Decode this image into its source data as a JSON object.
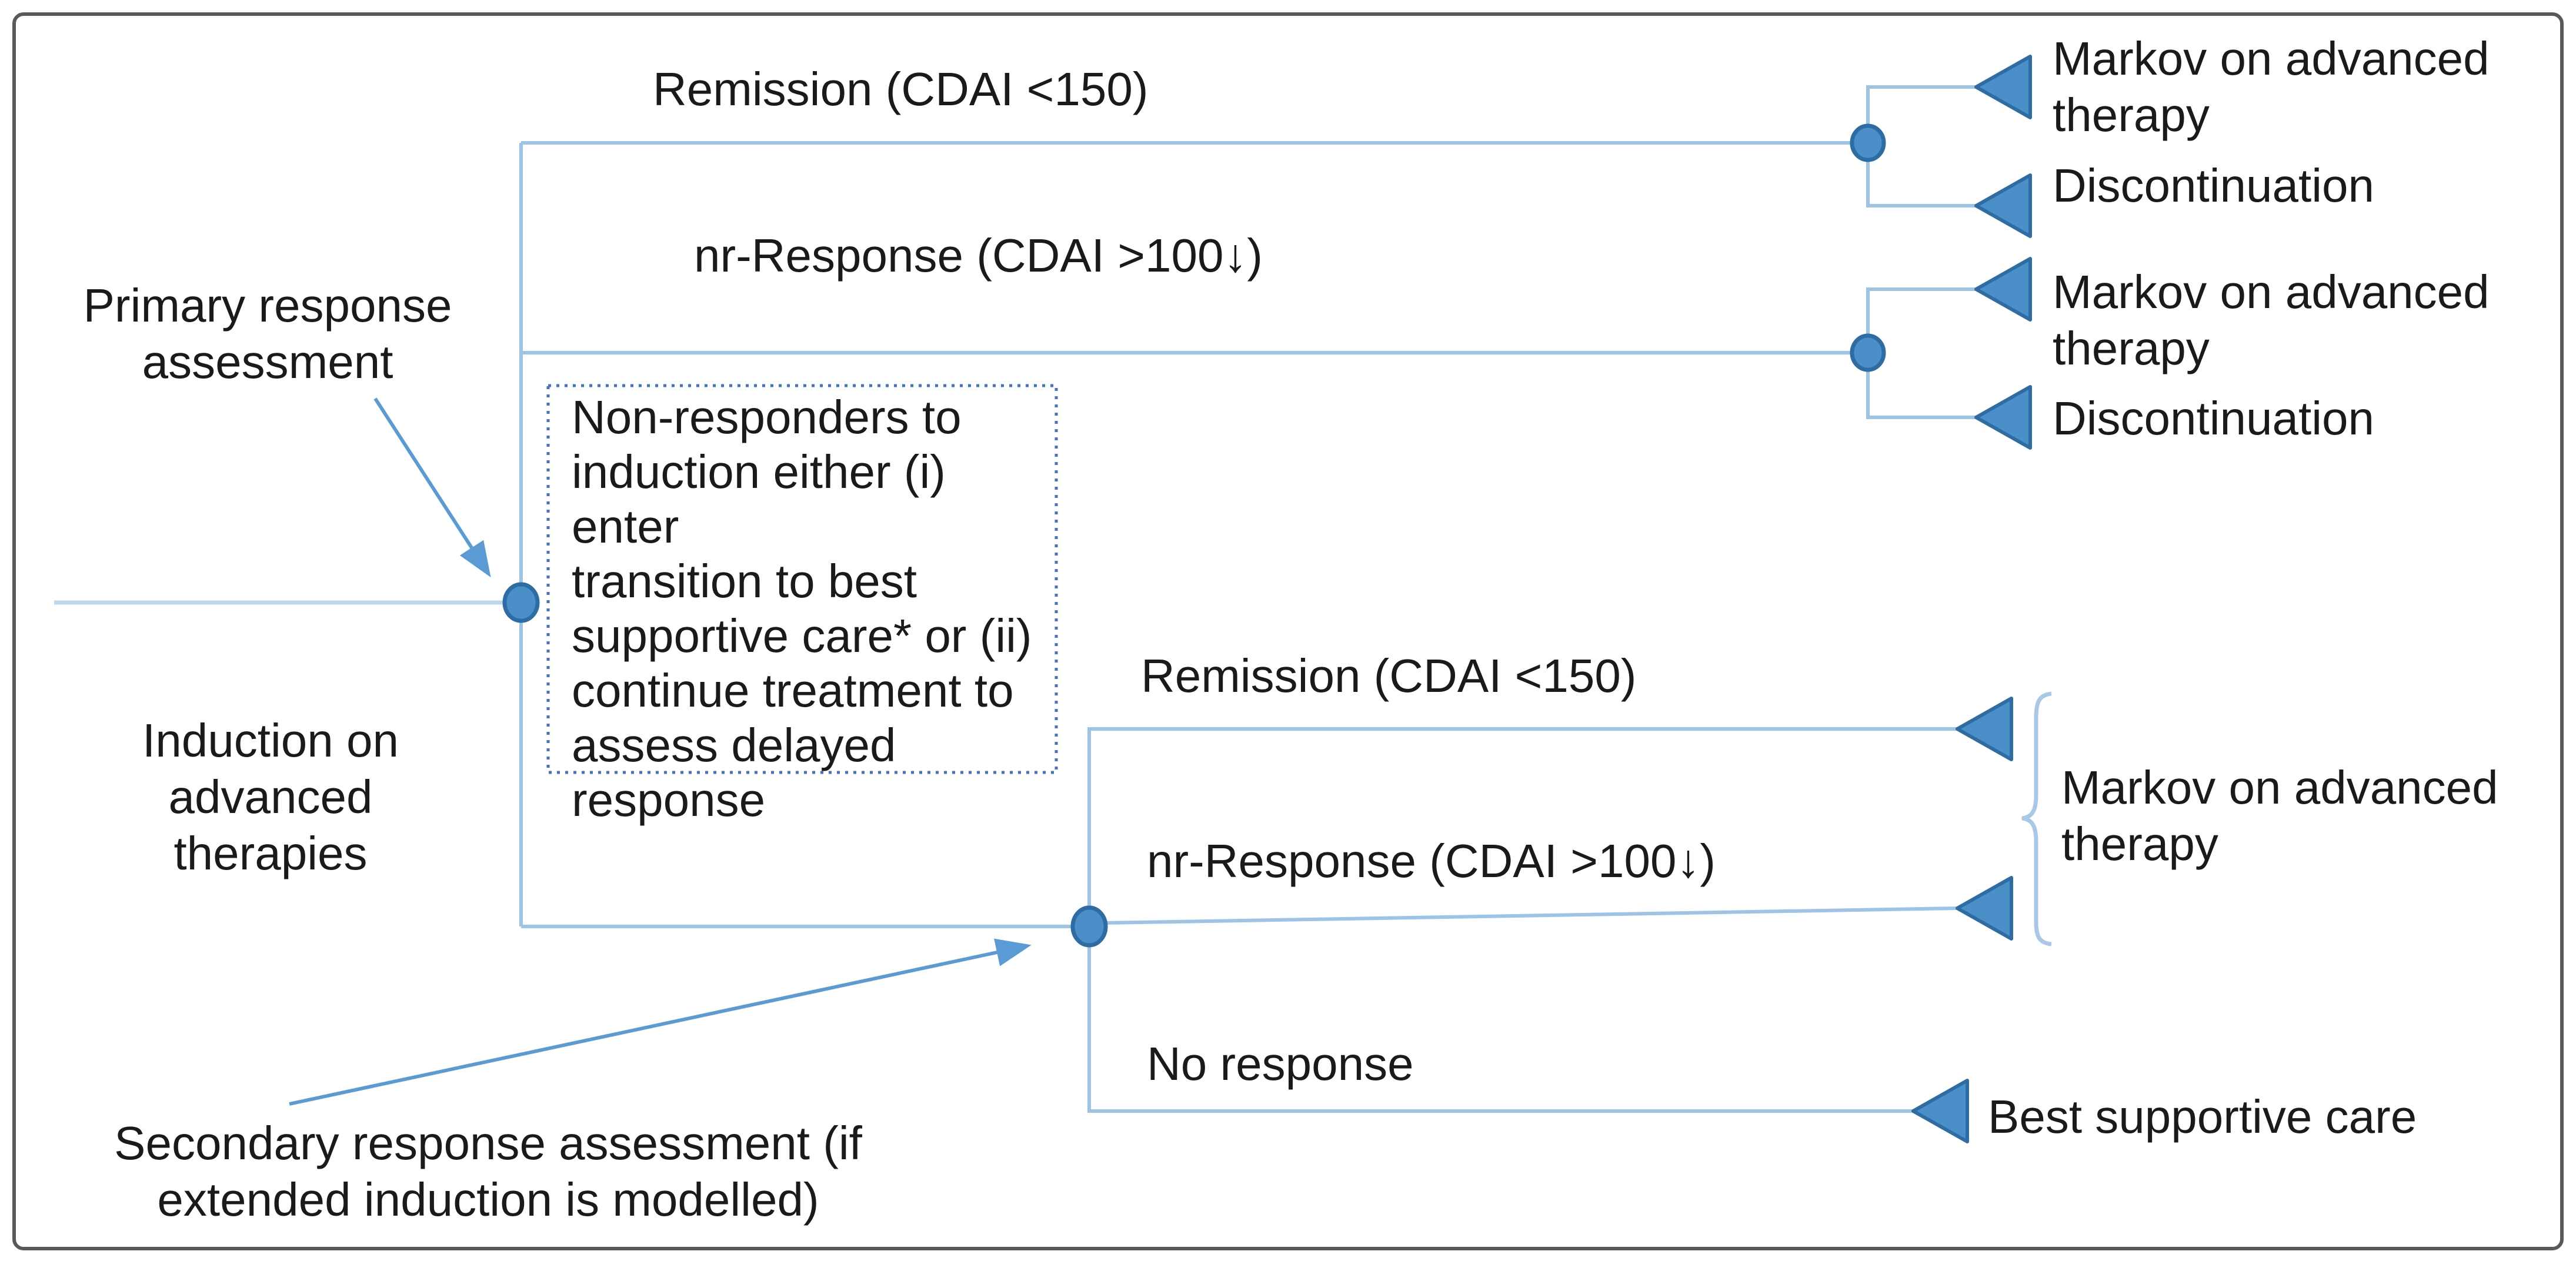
{
  "figure": {
    "type": "decision-tree-diagram",
    "colors": {
      "tree_line": "#9DC3E6",
      "root_line": "#BDD7EE",
      "node_fill": "#4A8FC7",
      "node_stroke": "#2E6DA4",
      "triangle_fill": "#4A8FC7",
      "triangle_stroke": "#2E6DA4",
      "arrow": "#5B9BD5",
      "brace": "#A9C7E7",
      "note_border": "#4472C4",
      "frame_border": "#595959",
      "text": "#1a1a1a"
    },
    "annotations": {
      "primary": "Primary response\nassessment",
      "induction": "Induction on advanced\ntherapies",
      "secondary": "Secondary response assessment (if\nextended induction is modelled)",
      "note": "Non-responders to\ninduction either (i) enter\ntransition to best\nsupportive care* or (ii)\ncontinue treatment to\nassess delayed\nresponse"
    },
    "branches": {
      "top_remission": "Remission (CDAI <150)",
      "top_nr_response": "nr-Response (CDAI >100↓)",
      "low_remission": "Remission (CDAI <150)",
      "low_nr_response": "nr-Response (CDAI >100↓)",
      "no_response": "No response"
    },
    "endpoints": {
      "g1_markov": "Markov on advanced\ntherapy",
      "g1_discontinuation": "Discontinuation",
      "g2_markov": "Markov on advanced\ntherapy",
      "g2_discontinuation": "Discontinuation",
      "mid_markov": "Markov on advanced\ntherapy",
      "best_supportive_care": "Best supportive care"
    }
  }
}
